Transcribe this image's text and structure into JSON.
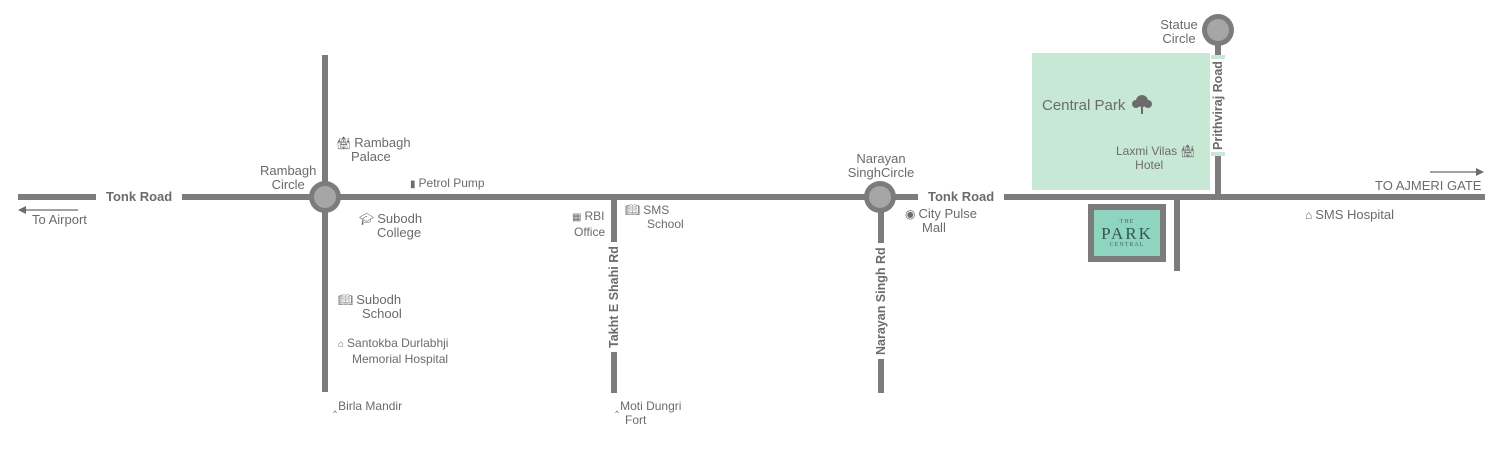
{
  "roads": {
    "tonk_road_left": "Tonk Road",
    "tonk_road_right": "Tonk Road",
    "takht_e_shahi": "Takht E Shahi Rd",
    "narayan_singh": "Narayan Singh Rd",
    "prithviraj": "Prithviraj Road"
  },
  "directions": {
    "to_airport": "To Airport",
    "to_ajmeri_gate": "TO AJMERI GATE"
  },
  "circles": {
    "rambagh": [
      "Rambagh",
      "Circle"
    ],
    "narayan": [
      "Narayan",
      "SinghCircle"
    ],
    "statue": [
      "Statue",
      "Circle"
    ]
  },
  "landmarks": {
    "rambagh_palace": [
      "Rambagh",
      "Palace"
    ],
    "petrol_pump": "Petrol Pump",
    "subodh_college": [
      "Subodh",
      "College"
    ],
    "subodh_school": [
      "Subodh",
      "School"
    ],
    "santokba": [
      "Santokba Durlabhji",
      "Memorial Hospital"
    ],
    "birla_mandir": "Birla Mandir",
    "rbi_office": [
      "RBI",
      "Office"
    ],
    "sms_school": [
      "SMS",
      "School"
    ],
    "moti_dungri": [
      "Moti Dungri",
      "Fort"
    ],
    "city_pulse": [
      "City Pulse",
      "Mall"
    ],
    "central_park": "Central Park",
    "laxmi_vilas": [
      "Laxmi Vilas",
      "Hotel"
    ],
    "sms_hospital": "SMS Hospital"
  },
  "logo": {
    "the": "THE",
    "park": "PARK",
    "central": "CENTRAL"
  },
  "colors": {
    "road": "#7c7c7c",
    "circle_fill": "#a6a6a6",
    "park_green": "#c8e8d6",
    "logo_teal": "#8fd4bf",
    "text": "#6b6b6b"
  }
}
